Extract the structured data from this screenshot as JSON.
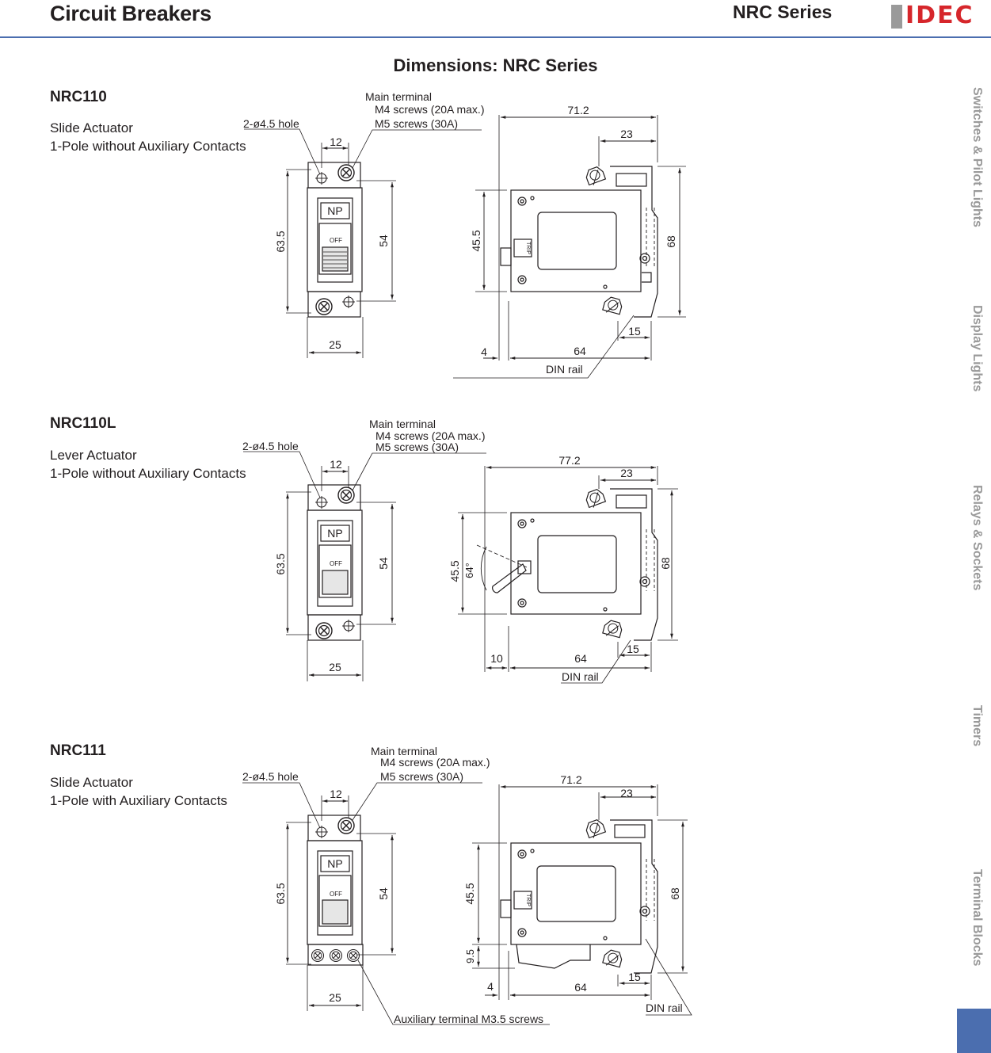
{
  "header": {
    "title": "Circuit Breakers",
    "series": "NRC Series",
    "logo_text": "IDEC",
    "accent": "#4b6eaf",
    "logo_color": "#d6262b"
  },
  "document_title": "Dimensions: NRC Series",
  "side_tabs": [
    "Switches & Pilot Lights",
    "Display Lights",
    "Relays & Sockets",
    "Timers",
    "Terminal Blocks"
  ],
  "sections": [
    {
      "model": "NRC110",
      "desc_line1": "Slide Actuator",
      "desc_line2": "1-Pole without Auxiliary Contacts",
      "hole": "2-ø4.5 hole",
      "main_terminal": "Main terminal",
      "m4": "M4 screws (20A max.)",
      "m5": "M5 screws (30A)",
      "dim_12": "12",
      "dim_63_5": "63.5",
      "dim_54": "54",
      "dim_25": "25",
      "np": "NP",
      "off": "OFF",
      "dim_width": "71.2",
      "dim_23": "23",
      "dim_45_5": "45.5",
      "dim_68": "68",
      "dim_15": "15",
      "dim_offset": "4",
      "dim_64": "64",
      "din_rail": "DIN rail",
      "trip": "TRIP"
    },
    {
      "model": "NRC110L",
      "desc_line1": "Lever Actuator",
      "desc_line2": "1-Pole without Auxiliary Contacts",
      "hole": "2-ø4.5 hole",
      "main_terminal": "Main terminal",
      "m4": "M4 screws (20A max.)",
      "m5": "M5 screws (30A)",
      "dim_12": "12",
      "dim_63_5": "63.5",
      "dim_54": "54",
      "dim_25": "25",
      "np": "NP",
      "off": "OFF",
      "dim_width": "77.2",
      "dim_23": "23",
      "dim_45_5": "45.5",
      "dim_68": "68",
      "dim_15": "15",
      "dim_offset": "10",
      "dim_64": "64",
      "din_rail": "DIN rail",
      "angle": "64°"
    },
    {
      "model": "NRC111",
      "desc_line1": "Slide Actuator",
      "desc_line2": "1-Pole with Auxiliary Contacts",
      "hole": "2-ø4.5 hole",
      "main_terminal": "Main terminal",
      "m4": "M4 screws (20A max.)",
      "m5": "M5 screws (30A)",
      "dim_12": "12",
      "dim_63_5": "63.5",
      "dim_54": "54",
      "dim_25": "25",
      "np": "NP",
      "off": "OFF",
      "dim_width": "71.2",
      "dim_23": "23",
      "dim_45_5": "45.5",
      "dim_68": "68",
      "dim_15": "15",
      "dim_offset": "4",
      "dim_64": "64",
      "din_rail": "DIN rail",
      "dim_9_5": "9.5",
      "aux_terminal": "Auxiliary terminal M3.5 screws",
      "trip": "TRIP"
    }
  ]
}
